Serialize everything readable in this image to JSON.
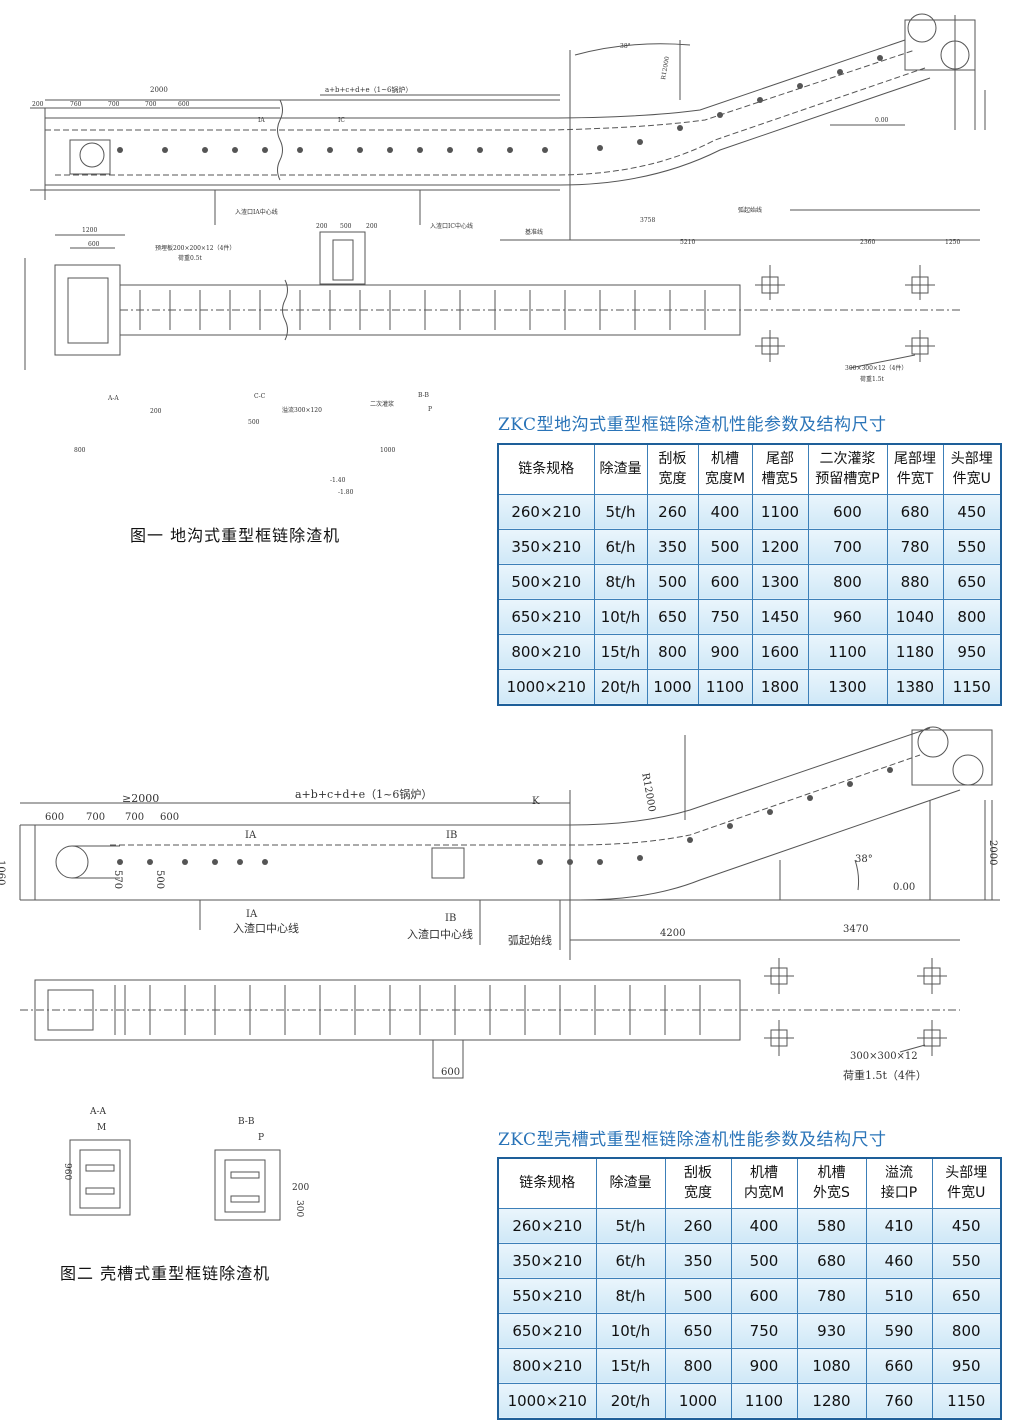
{
  "figure1": {
    "caption": "图一    地沟式重型框链除渣机",
    "labels": {
      "formula": "a+b+c+d+e（1~6锅炉）",
      "len_2000": "2000",
      "d200": "200",
      "d760": "760",
      "d700a": "700",
      "d700b": "700",
      "d600": "600",
      "section_ia": "IA",
      "section_ic": "IC",
      "inlet_ia": "入渣口IA中心线",
      "inlet_ic": "入渣口IC中心线",
      "arc_start": "弧起始线",
      "base_line": "基准线",
      "d3758": "3758",
      "d5210": "5210",
      "d2360": "2360",
      "d1250": "1250",
      "d1200": "1200",
      "d600b": "600",
      "d200b": "200",
      "d500": "500",
      "d200c": "200",
      "embed_note": "预埋板200×200×12（4件）",
      "load_note": "荷重0.5t",
      "plate_note": "300×300×12（4件）",
      "load_note2": "荷重1.5t",
      "angle": "38°",
      "radius": "R12000",
      "zero": "0.00",
      "sec_aa": "A-A",
      "sec_cc": "C-C",
      "sec_bb": "B-B",
      "sec_aa_200": "200",
      "sec_cc_500": "500",
      "sec_cc_overflow": "溢流300×120",
      "sec_bb_note": "二次灌浆",
      "sec_bb_p": "P",
      "h800": "800",
      "h1000": "1000",
      "neg140": "-1.40",
      "neg180": "-1.80"
    }
  },
  "table1": {
    "title": "ZKC型地沟式重型框链除渣机性能参数及结构尺寸",
    "headers": [
      [
        "链条规格"
      ],
      [
        "除渣量"
      ],
      [
        "刮板",
        "宽度"
      ],
      [
        "机槽",
        "宽度M"
      ],
      [
        "尾部",
        "槽宽5"
      ],
      [
        "二次灌浆",
        "预留槽宽P"
      ],
      [
        "尾部埋",
        "件宽T"
      ],
      [
        "头部埋",
        "件宽U"
      ]
    ],
    "rows": [
      [
        "260×210",
        "5t/h",
        "260",
        "400",
        "1100",
        "600",
        "680",
        "450"
      ],
      [
        "350×210",
        "6t/h",
        "350",
        "500",
        "1200",
        "700",
        "780",
        "550"
      ],
      [
        "500×210",
        "8t/h",
        "500",
        "600",
        "1300",
        "800",
        "880",
        "650"
      ],
      [
        "650×210",
        "10t/h",
        "650",
        "750",
        "1450",
        "960",
        "1040",
        "800"
      ],
      [
        "800×210",
        "15t/h",
        "800",
        "900",
        "1600",
        "1100",
        "1180",
        "950"
      ],
      [
        "1000×210",
        "20t/h",
        "1000",
        "1100",
        "1800",
        "1300",
        "1380",
        "1150"
      ]
    ]
  },
  "figure2": {
    "caption": "图二    壳槽式重型框链除渣机",
    "labels": {
      "ge2000": "≥2000",
      "formula": "a+b+c+d+e（1~6锅炉）",
      "k": "K",
      "d600a": "600",
      "d700a": "700",
      "d700b": "700",
      "d600b": "600",
      "h1060": "1060",
      "h570": "570",
      "h500": "500",
      "ia": "IA",
      "ib": "IB",
      "inlet_ia_tag": "IA",
      "inlet_ia": "入渣口中心线",
      "inlet_ib_tag": "IB",
      "inlet_ib": "入渣口中心线",
      "arc_start": "弧起始线",
      "d4200": "4200",
      "d3470": "3470",
      "h2000": "2000",
      "angle": "38°",
      "radius": "R12000",
      "zero": "0.00",
      "plate_note": "300×300×12",
      "load_note": "荷重1.5t（4件）",
      "d600c": "600",
      "sec_aa": "A-A",
      "sec_aa_m": "M",
      "h960": "960",
      "sec_bb": "B-B",
      "sec_bb_p": "P",
      "d200": "200",
      "d300": "300"
    }
  },
  "table2": {
    "title": "ZKC型壳槽式重型框链除渣机性能参数及结构尺寸",
    "headers": [
      [
        "链条规格"
      ],
      [
        "除渣量"
      ],
      [
        "刮板",
        "宽度"
      ],
      [
        "机槽",
        "内宽M"
      ],
      [
        "机槽",
        "外宽S"
      ],
      [
        "溢流",
        "接口P"
      ],
      [
        "头部埋",
        "件宽U"
      ]
    ],
    "rows": [
      [
        "260×210",
        "5t/h",
        "260",
        "400",
        "580",
        "410",
        "450"
      ],
      [
        "350×210",
        "6t/h",
        "350",
        "500",
        "680",
        "460",
        "550"
      ],
      [
        "550×210",
        "8t/h",
        "500",
        "600",
        "780",
        "510",
        "650"
      ],
      [
        "650×210",
        "10t/h",
        "650",
        "750",
        "930",
        "590",
        "800"
      ],
      [
        "800×210",
        "15t/h",
        "800",
        "900",
        "1080",
        "660",
        "950"
      ],
      [
        "1000×210",
        "20t/h",
        "1000",
        "1100",
        "1280",
        "760",
        "1150"
      ]
    ]
  }
}
